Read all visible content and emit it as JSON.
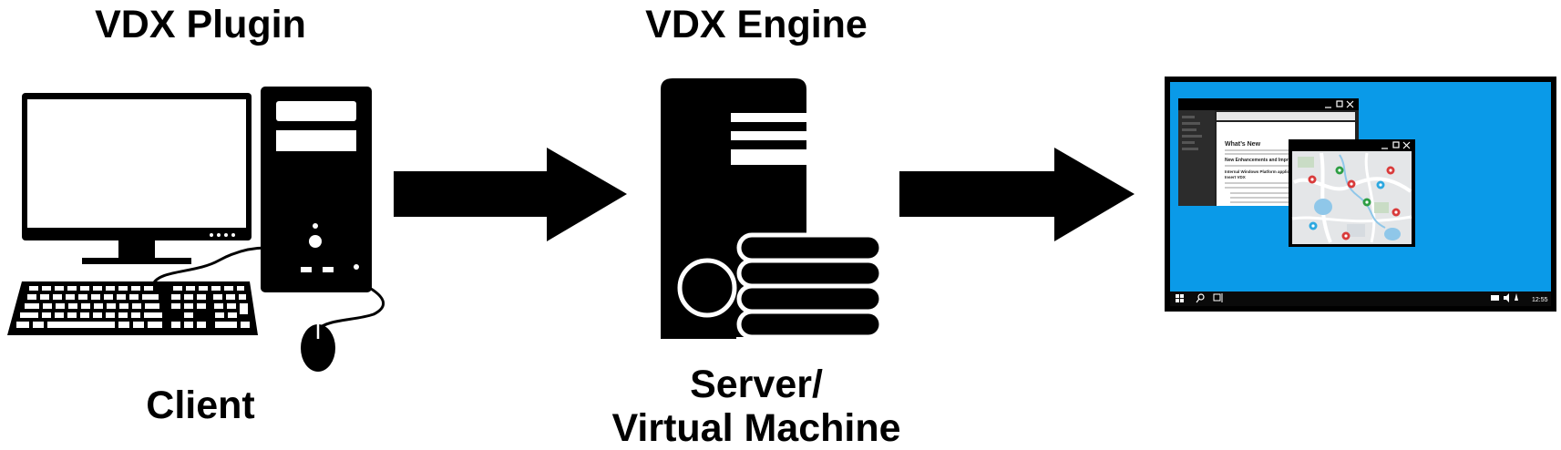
{
  "labels": {
    "plugin_title": "VDX Plugin",
    "engine_title": "VDX Engine",
    "client": "Client",
    "server_line1": "Server/",
    "server_line2": "Virtual Machine"
  },
  "desktop": {
    "doc_window": {
      "heading": "What’s New",
      "subheading": "New Enhancements and Improvements",
      "bullet_title": "Internal Windows Platform application",
      "bullet_sub": "Insert VDX"
    },
    "clock": "12:55"
  },
  "colors": {
    "ink": "#000000",
    "desktop_bg": "#0A9AE8",
    "taskbar": "#0a0a0a",
    "map_bg": "#E4E6E8",
    "pin_red": "#D93B3B",
    "pin_green": "#2E9E44",
    "pin_blue": "#2DA8E0"
  }
}
